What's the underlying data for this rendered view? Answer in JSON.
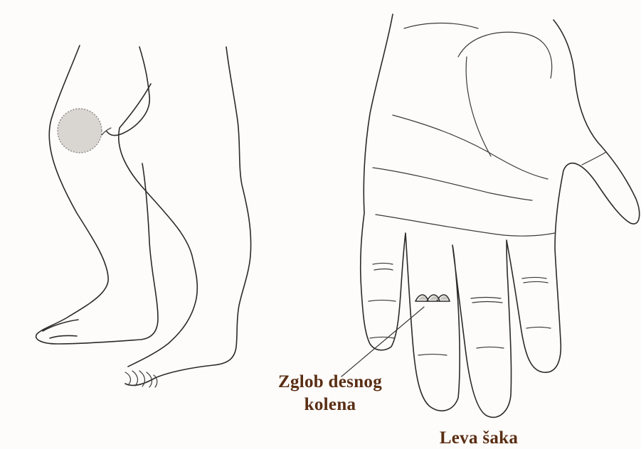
{
  "figure": {
    "labels": {
      "joint_label_line1": "Zglob desnog",
      "joint_label_line2": "kolena",
      "hand_label": "Leva šaka"
    },
    "colors": {
      "ink": "#2a2a2a",
      "caption": "#5a2e14",
      "knee_marker_fill": "#d9d6d2",
      "background": "#fdfcfa"
    }
  }
}
